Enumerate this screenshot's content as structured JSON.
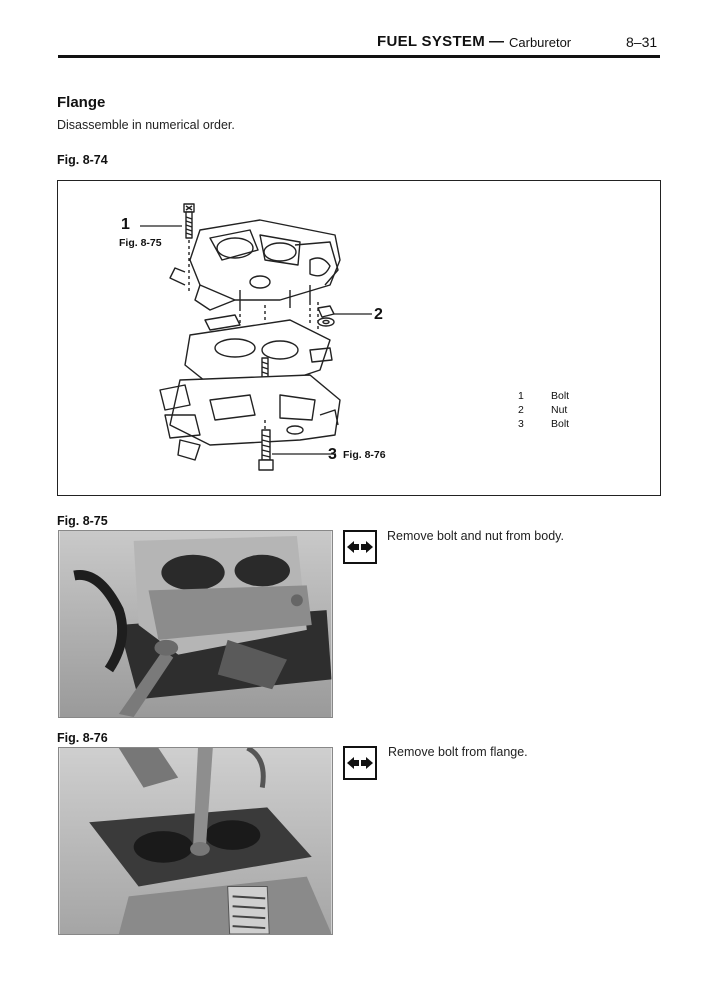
{
  "header": {
    "section": "FUEL SYSTEM",
    "dash": "—",
    "subsection": "Carburetor",
    "page_number": "8–31"
  },
  "flange": {
    "heading": "Flange",
    "instruction": "Disassemble in numerical order."
  },
  "fig_74": {
    "label": "Fig. 8-74",
    "callouts": [
      {
        "num": "1",
        "ref": "Fig. 8-75"
      },
      {
        "num": "2",
        "ref": ""
      },
      {
        "num": "3",
        "ref": "Fig. 8-76"
      }
    ],
    "legend": [
      {
        "num": "1",
        "part": "Bolt"
      },
      {
        "num": "2",
        "part": "Nut"
      },
      {
        "num": "3",
        "part": "Bolt"
      }
    ]
  },
  "fig_75": {
    "label": "Fig. 8-75",
    "icon": "remove-arrows-icon",
    "instruction": "Remove bolt and nut from body."
  },
  "fig_76": {
    "label": "Fig. 8-76",
    "icon": "remove-arrows-icon",
    "instruction": "Remove bolt from flange."
  }
}
